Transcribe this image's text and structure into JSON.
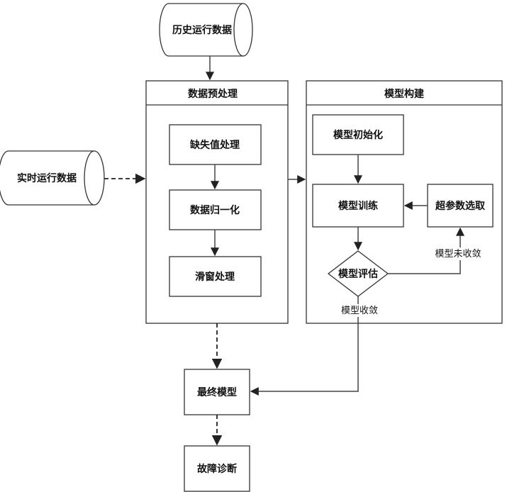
{
  "nodes": {
    "history_data": "历史运行数据",
    "realtime_data": "实时运行数据",
    "preprocess_title": "数据预处理",
    "missing_value": "缺失值处理",
    "normalization": "数据归一化",
    "sliding_window": "滑窗处理",
    "model_build_title": "模型构建",
    "model_init": "模型初始化",
    "model_train": "模型训练",
    "hyperparam": "超参数选取",
    "model_eval": "模型评估",
    "final_model": "最终模型",
    "fault_diagnosis": "故障诊断"
  },
  "edge_labels": {
    "not_converged": "模型未收敛",
    "converged": "模型收敛"
  },
  "colors": {
    "stroke": "#333333",
    "background": "#ffffff"
  }
}
